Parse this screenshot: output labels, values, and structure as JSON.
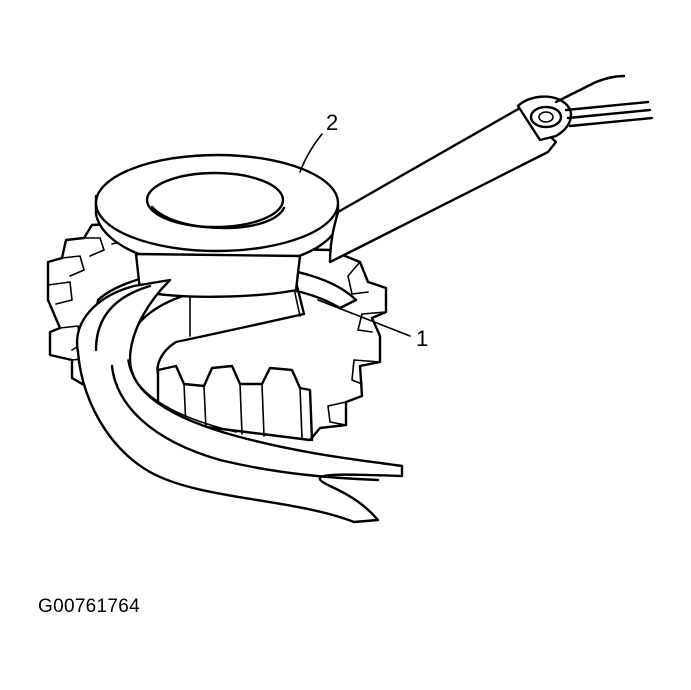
{
  "callouts": {
    "label_1": "1",
    "label_2": "2"
  },
  "figure_id": "G00761764",
  "colors": {
    "ink": "#000000",
    "paper": "#ffffff"
  }
}
